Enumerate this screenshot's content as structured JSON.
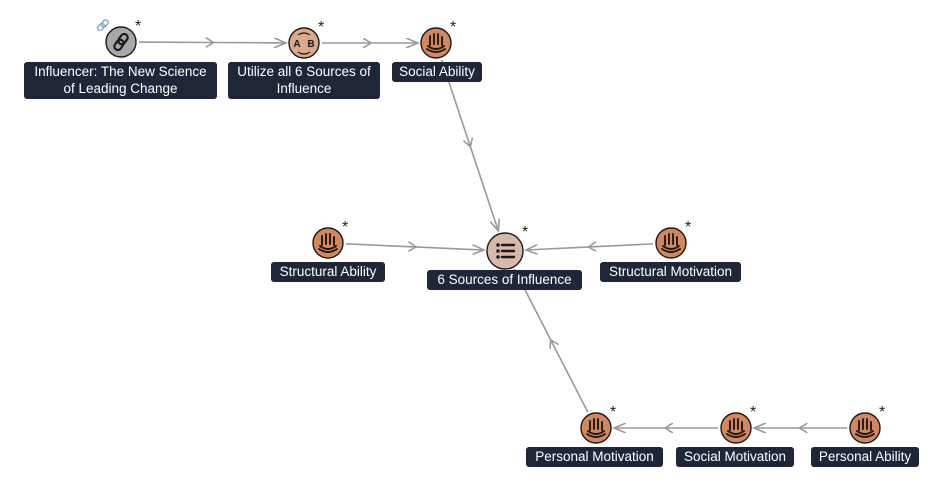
{
  "colors": {
    "label_bg": "#1e2638",
    "label_text": "#ffffff",
    "edge": "#9a9a9a",
    "hand_node": "#d4875a",
    "book_node": "#d8a98a",
    "link_node": "#a8a8a8",
    "hub_node": "#d8b8a8"
  },
  "markers": {
    "star": "*",
    "clip": "🔗"
  },
  "nodes": [
    {
      "id": "influencer-book",
      "icon": "link-icon",
      "label": "Influencer: The New Science of Leading Change"
    },
    {
      "id": "utilize",
      "icon": "ab-test-icon",
      "label": "Utilize all 6 Sources of Influence"
    },
    {
      "id": "social-ability",
      "icon": "hand-icon",
      "label": "Social Ability"
    },
    {
      "id": "six-sources",
      "icon": "list-icon",
      "label": "6 Sources of Influence"
    },
    {
      "id": "structural-ability",
      "icon": "hand-icon",
      "label": "Structural Ability"
    },
    {
      "id": "structural-motivation",
      "icon": "hand-icon",
      "label": "Structural Motivation"
    },
    {
      "id": "personal-motivation",
      "icon": "hand-icon",
      "label": "Personal Motivation"
    },
    {
      "id": "social-motivation",
      "icon": "hand-icon",
      "label": "Social Motivation"
    },
    {
      "id": "personal-ability",
      "icon": "hand-icon",
      "label": "Personal Ability"
    }
  ],
  "edges": [
    {
      "from": "influencer-book",
      "to": "utilize"
    },
    {
      "from": "utilize",
      "to": "social-ability"
    },
    {
      "from": "social-ability",
      "to": "six-sources"
    },
    {
      "from": "structural-ability",
      "to": "six-sources"
    },
    {
      "from": "structural-motivation",
      "to": "six-sources"
    },
    {
      "from": "personal-motivation",
      "to": "six-sources"
    },
    {
      "from": "social-motivation",
      "to": "personal-motivation"
    },
    {
      "from": "personal-ability",
      "to": "social-motivation"
    }
  ]
}
